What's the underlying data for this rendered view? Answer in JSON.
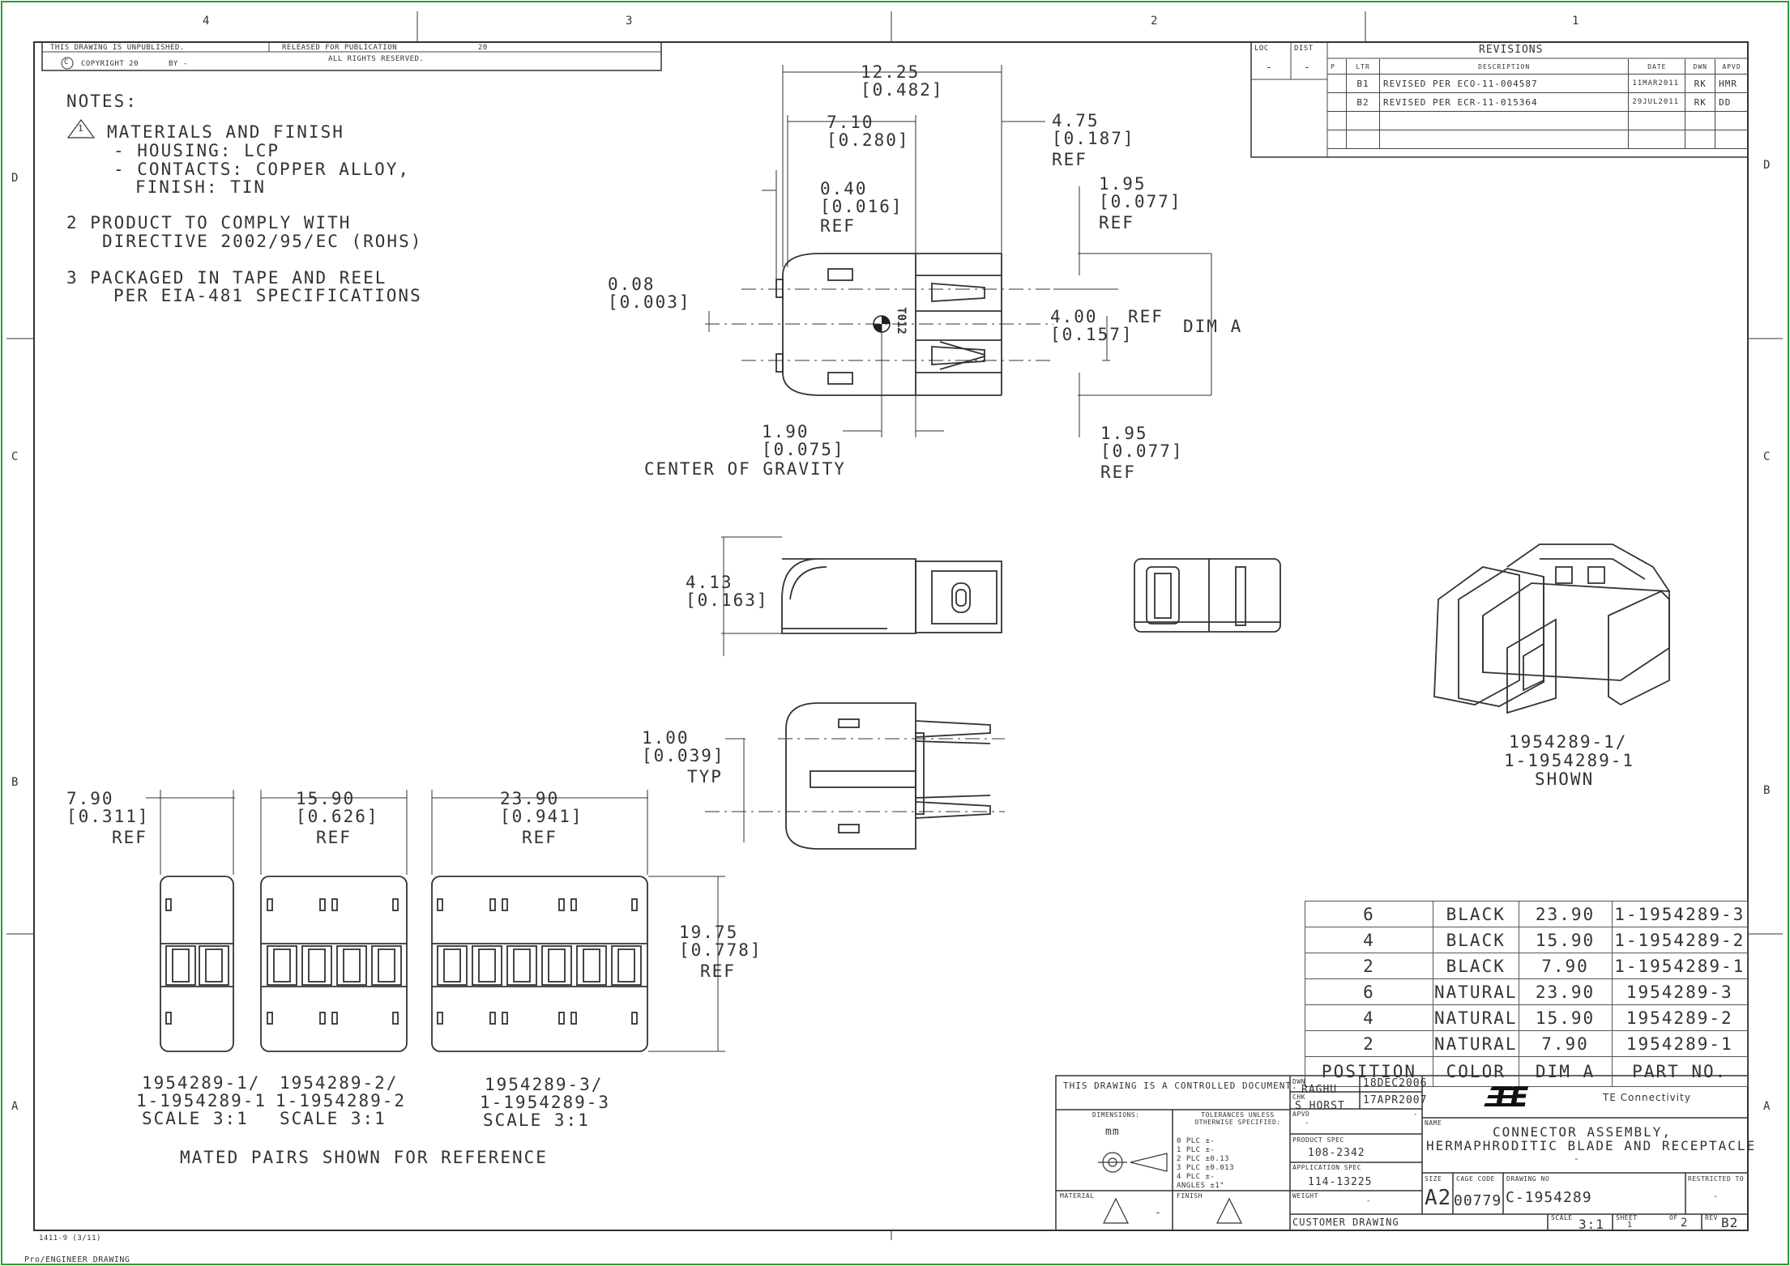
{
  "border": {
    "zones_top": [
      "4",
      "3",
      "2",
      "1"
    ],
    "zones_side": [
      "D",
      "C",
      "B",
      "A"
    ]
  },
  "header": {
    "unpublished": "THIS DRAWING IS UNPUBLISHED.",
    "released": "RELEASED FOR PUBLICATION",
    "year": "20",
    "copyright": "COPYRIGHT 20",
    "by": "BY -",
    "rights": "ALL RIGHTS RESERVED."
  },
  "loc_dist": {
    "loc_label": "LOC",
    "dist_label": "DIST",
    "loc": "-",
    "dist": "-"
  },
  "revisions": {
    "title": "REVISIONS",
    "headers": [
      "P",
      "LTR",
      "DESCRIPTION",
      "DATE",
      "DWN",
      "APVD"
    ],
    "rows": [
      {
        "p": "",
        "ltr": "B1",
        "desc": "REVISED PER ECO-11-004587",
        "date": "11MAR2011",
        "dwn": "RK",
        "apvd": "HMR"
      },
      {
        "p": "",
        "ltr": "B2",
        "desc": "REVISED PER ECR-11-015364",
        "date": "29JUL2011",
        "dwn": "RK",
        "apvd": "DD"
      }
    ]
  },
  "notes": {
    "title": "NOTES:",
    "n1": "MATERIALS AND FINISH",
    "n1a": "- HOUSING: LCP",
    "n1b": "- CONTACTS: COPPER ALLOY,",
    "n1c": "FINISH: TIN",
    "n2a": "2  PRODUCT TO COMPLY WITH",
    "n2b": "DIRECTIVE 2002/95/EC (ROHS)",
    "n3a": "3  PACKAGED IN TAPE AND REEL",
    "n3b": "PER EIA-481 SPECIFICATIONS"
  },
  "dims": {
    "d1225": "12.25",
    "d1225i": "[0.482]",
    "d710": "7.10",
    "d710i": "[0.280]",
    "d475": "4.75",
    "d475i": "[0.187]",
    "ref": "REF",
    "d040": "0.40",
    "d040i": "[0.016]",
    "d195a": "1.95",
    "d195ai": "[0.077]",
    "d008": "0.08",
    "d008i": "[0.003]",
    "d400": "4.00",
    "d400i": "[0.157]",
    "dima": "DIM A",
    "d190": "1.90",
    "d190i": "[0.075]",
    "cog": "CENTER OF GRAVITY",
    "d195b": "1.95",
    "d195bi": "[0.077]",
    "d413": "4.13",
    "d413i": "[0.163]",
    "d100": "1.00",
    "d100i": "[0.039]",
    "typ": "TYP",
    "d790": "7.90",
    "d790i": "[0.311]",
    "d1590": "15.90",
    "d1590i": "[0.626]",
    "d2390": "23.90",
    "d2390i": "[0.941]",
    "d1975": "19.75",
    "d1975i": "[0.778]",
    "mark_t012": "T012"
  },
  "iso_caption": [
    "1954289-1/",
    "1-1954289-1",
    "SHOWN"
  ],
  "mated": {
    "cap1": [
      "1954289-1/",
      "1-1954289-1",
      "SCALE  3:1"
    ],
    "cap2": [
      "1954289-2/",
      "1-1954289-2",
      "SCALE  3:1"
    ],
    "cap3": [
      "1954289-3/",
      "1-1954289-3",
      "SCALE  3:1"
    ],
    "note": "MATED PAIRS SHOWN FOR REFERENCE"
  },
  "part_table": {
    "headers": [
      "POSITION",
      "COLOR",
      "DIM A",
      "PART NO."
    ],
    "rows": [
      [
        "6",
        "BLACK",
        "23.90",
        "1-1954289-3"
      ],
      [
        "4",
        "BLACK",
        "15.90",
        "1-1954289-2"
      ],
      [
        "2",
        "BLACK",
        "7.90",
        "1-1954289-1"
      ],
      [
        "6",
        "NATURAL",
        "23.90",
        "1954289-3"
      ],
      [
        "4",
        "NATURAL",
        "15.90",
        "1954289-2"
      ],
      [
        "2",
        "NATURAL",
        "7.90",
        "1954289-1"
      ]
    ]
  },
  "title_block": {
    "controlled": "THIS DRAWING IS A CONTROLLED DOCUMENT.",
    "dimensions_lbl": "DIMENSIONS:",
    "dimensions_val": "mm",
    "tol_lbl": "TOLERANCES UNLESS OTHERWISE SPECIFIED:",
    "tol": [
      "0 PLC   ±-",
      "1 PLC   ±-",
      "2 PLC   ±0.13",
      "3 PLC   ±0.013",
      "4 PLC   ±-",
      "ANGLES      ±1°"
    ],
    "material_lbl": "MATERIAL",
    "material_val": "-",
    "finish_lbl": "FINISH",
    "dwn_lbl": "DWN",
    "dwn": "RAGHU",
    "dwn_date": "18DEC2006",
    "chk_lbl": "CHK",
    "chk": "S HORST",
    "chk_date": "17APR2007",
    "apvd_lbl": "APVD",
    "apvd": "-",
    "apvd_date": "-",
    "prod_spec_lbl": "PRODUCT SPEC",
    "prod_spec": "108-2342",
    "app_spec_lbl": "APPLICATION SPEC",
    "app_spec": "114-13225",
    "weight_lbl": "WEIGHT",
    "weight": "-",
    "customer": "CUSTOMER DRAWING",
    "logo": "TE",
    "company": "TE Connectivity",
    "name_lbl": "NAME",
    "name1": "CONNECTOR ASSEMBLY,",
    "name2": "HERMAPHRODITIC BLADE AND RECEPTACLE",
    "name3": "-",
    "size_lbl": "SIZE",
    "size": "A2",
    "cage_lbl": "CAGE CODE",
    "cage": "00779",
    "dwgno_lbl": "DRAWING NO",
    "dwgno": "C-1954289",
    "restricted_lbl": "RESTRICTED TO",
    "restricted": "-",
    "scale_lbl": "SCALE",
    "scale": "3:1",
    "sheet_lbl": "SHEET",
    "sheet": "1",
    "of": "OF",
    "sheets": "2",
    "rev_lbl": "REV",
    "rev": "B2"
  },
  "footer": {
    "form": "1411-9 (3/11)",
    "software": "Pro/ENGINEER DRAWING"
  }
}
